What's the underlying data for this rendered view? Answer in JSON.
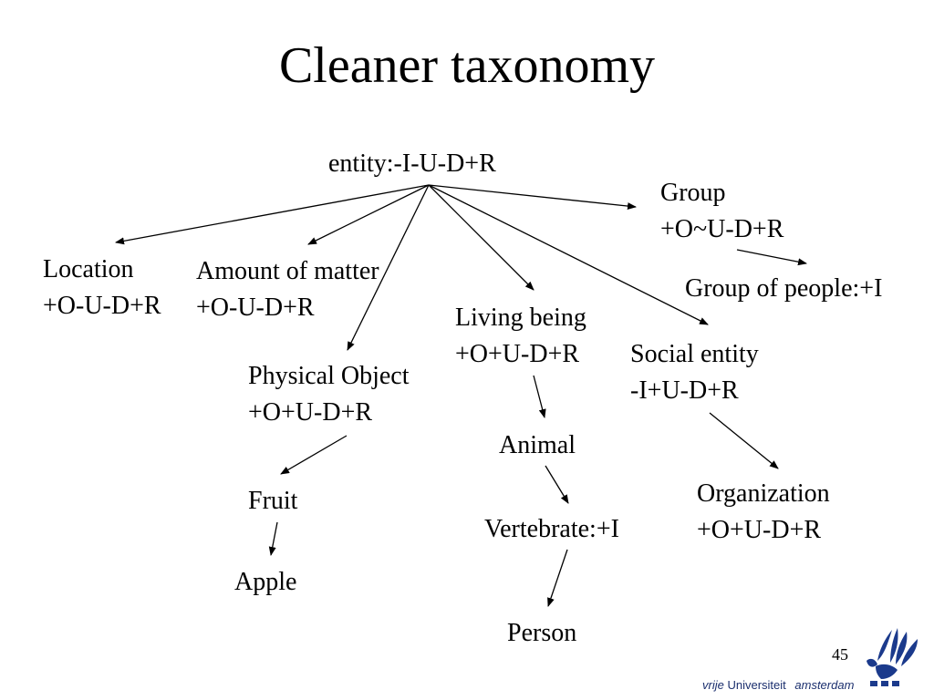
{
  "title": "Cleaner taxonomy",
  "nodes": {
    "entity": "entity:-I-U-D+R",
    "group": [
      "Group",
      "+O~U-D+R"
    ],
    "group_of_people": "Group of people:+I",
    "location": [
      "Location",
      "+O-U-D+R"
    ],
    "amount_of_matter": [
      "Amount of matter",
      "+O-U-D+R"
    ],
    "living_being": [
      "Living being",
      "+O+U-D+R"
    ],
    "social_entity": [
      "Social entity",
      "-I+U-D+R"
    ],
    "physical_object": [
      "Physical Object",
      "+O+U-D+R"
    ],
    "animal": "Animal",
    "organization": [
      "Organization",
      "+O+U-D+R"
    ],
    "fruit": "Fruit",
    "vertebrate": "Vertebrate:+I",
    "apple": "Apple",
    "person": "Person"
  },
  "edges": [
    {
      "from": "entity",
      "to": "location"
    },
    {
      "from": "entity",
      "to": "amount_of_matter"
    },
    {
      "from": "entity",
      "to": "physical_object"
    },
    {
      "from": "entity",
      "to": "living_being"
    },
    {
      "from": "entity",
      "to": "social_entity"
    },
    {
      "from": "entity",
      "to": "group"
    },
    {
      "from": "group",
      "to": "group_of_people"
    },
    {
      "from": "physical_object",
      "to": "fruit"
    },
    {
      "from": "fruit",
      "to": "apple"
    },
    {
      "from": "living_being",
      "to": "animal"
    },
    {
      "from": "animal",
      "to": "vertebrate"
    },
    {
      "from": "vertebrate",
      "to": "person"
    },
    {
      "from": "social_entity",
      "to": "organization"
    }
  ],
  "footer": {
    "slide_number": "45",
    "institution_italic": "vrije",
    "institution_main": "Universiteit",
    "institution_city": "amsterdam"
  },
  "colors": {
    "logo": "#1b3a8c",
    "footer_text": "#1b2f6e"
  }
}
